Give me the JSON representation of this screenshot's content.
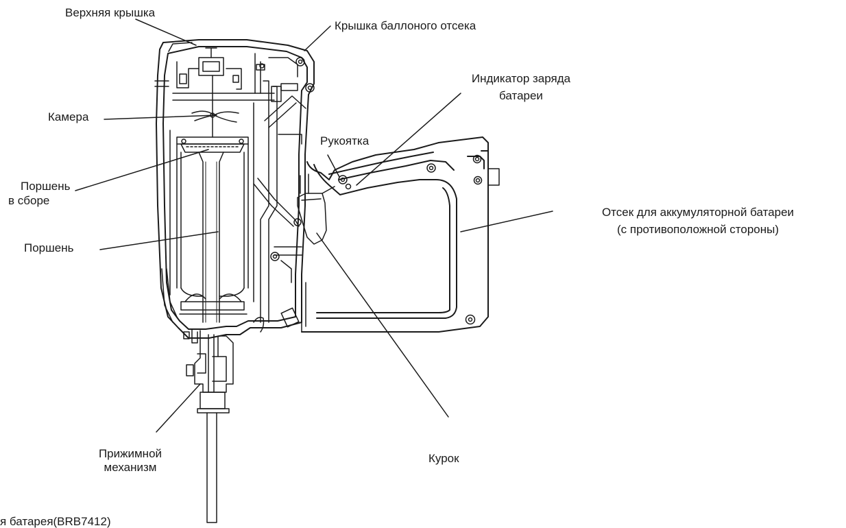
{
  "labels": {
    "top_cover": "Верхняя крышка",
    "cylinder_cover": "Крышка баллоного отсека",
    "battery_indicator_1": "Индикатор заряда",
    "battery_indicator_2": "батареи",
    "chamber": "Камера",
    "handle": "Рукоятка",
    "piston_assembly_1": "Поршень",
    "piston_assembly_2": "в сборе",
    "battery_compartment_1": "Отсек для аккумуляторной батареи",
    "battery_compartment_2": "(с противоположной стороны)",
    "piston": "Поршень",
    "trigger": "Курок",
    "pressure_mechanism_1": "Прижимной",
    "pressure_mechanism_2": "механизм",
    "footer_partial": "я батарея(BRB7412)"
  },
  "colors": {
    "line": "#1a1a1a",
    "fill": "#ffffff"
  }
}
